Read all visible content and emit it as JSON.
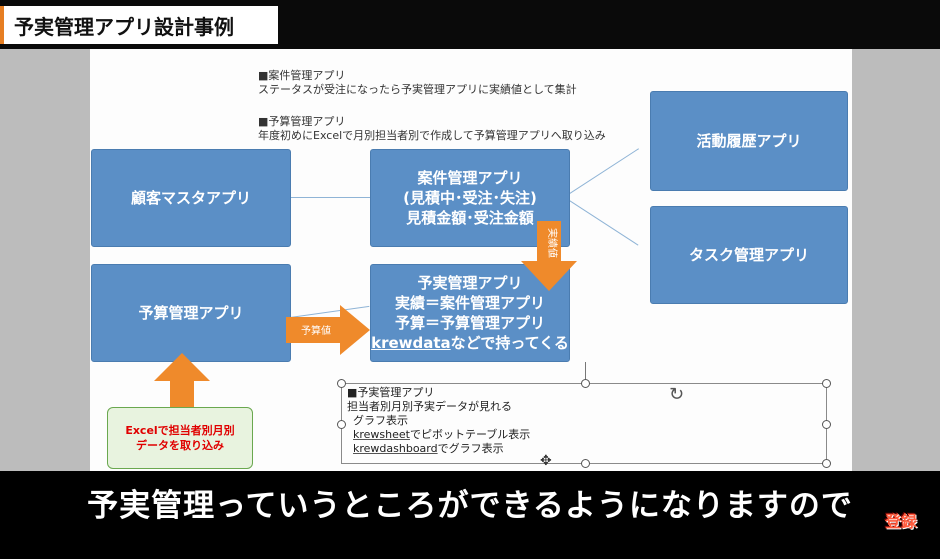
{
  "video": {
    "title": "予実管理アプリ設計事例",
    "subtitle": "予実管理っていうところができるようになりますので",
    "badge": "登録"
  },
  "slide": {
    "notes": {
      "case_header": "■案件管理アプリ",
      "case_body": "ステータスが受注になったら予実管理アプリに実績値として集計",
      "budget_header": "■予算管理アプリ",
      "budget_body": "年度初めにExcelで月別担当者別で作成して予算管理アプリへ取り込み"
    },
    "boxes": {
      "customer": "顧客マスタアプリ",
      "case_line1": "案件管理アプリ",
      "case_line2": "(見積中･受注･失注)",
      "case_line3": "見積金額･受注金額",
      "activity": "活動履歴アプリ",
      "task": "タスク管理アプリ",
      "budget": "予算管理アプリ",
      "yojitsu_line1": "予実管理アプリ",
      "yojitsu_line2": "実績＝案件管理アプリ",
      "yojitsu_line3": "予算＝予算管理アプリ",
      "yojitsu_line4_a": "krewdata",
      "yojitsu_line4_b": "などで持ってくる"
    },
    "arrows": {
      "actual_label": "実績値",
      "budget_label": "予算値"
    },
    "excel_box": {
      "line1": "Excelで担当者別月別",
      "line2": "データを取り込み"
    },
    "selected_textbox": {
      "line1": "■予実管理アプリ",
      "line2": "担当者別月別予実データが見れる",
      "line3": "グラフ表示",
      "line4_a": "krewsheet",
      "line4_b": "でピボットテーブル表示",
      "line5_a": "krewdashboard",
      "line5_b": "でグラフ表示"
    }
  },
  "colors": {
    "box_blue": "#5b8fc6",
    "arrow_orange": "#ef8a2b",
    "excel_text": "#e00000"
  }
}
